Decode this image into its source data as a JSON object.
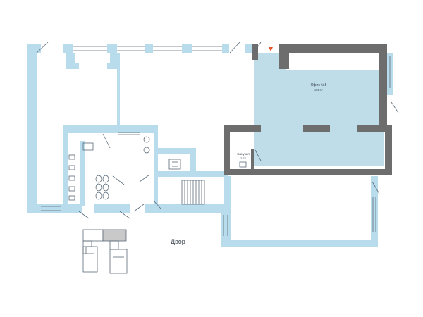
{
  "plan": {
    "office": {
      "name": "Офис №5",
      "area": "104.97"
    },
    "sanuzel": {
      "name": "Санузел",
      "area": "2.72"
    },
    "yard": "Двор"
  },
  "colors": {
    "wall": "#b9dcec",
    "office_fill": "#bfdde9",
    "dark_wall": "#6d6d6d",
    "line": "#5a6a78",
    "marker": "#e4572e",
    "key_block": "#c9c9c9"
  },
  "icons": [
    "toilet-icon",
    "stairs-icon",
    "entrance-marker-icon",
    "sink-icon"
  ]
}
